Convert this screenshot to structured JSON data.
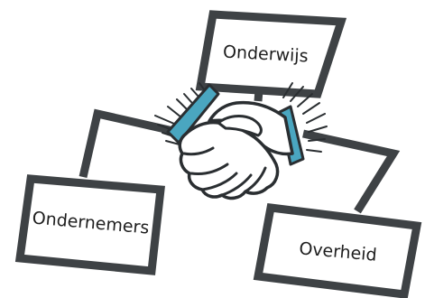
{
  "diagram": {
    "nodes": {
      "top": {
        "label": "Onderwijs"
      },
      "left": {
        "label": "Ondernemers"
      },
      "right": {
        "label": "Overheid"
      }
    },
    "center_icon": "handshake-icon",
    "colors": {
      "box_outline": "#3e4245",
      "connector": "#3e4245",
      "cuff_accent": "#4aa6c0",
      "hand_fill": "#ffffff",
      "text": "#1e1e1e"
    }
  }
}
